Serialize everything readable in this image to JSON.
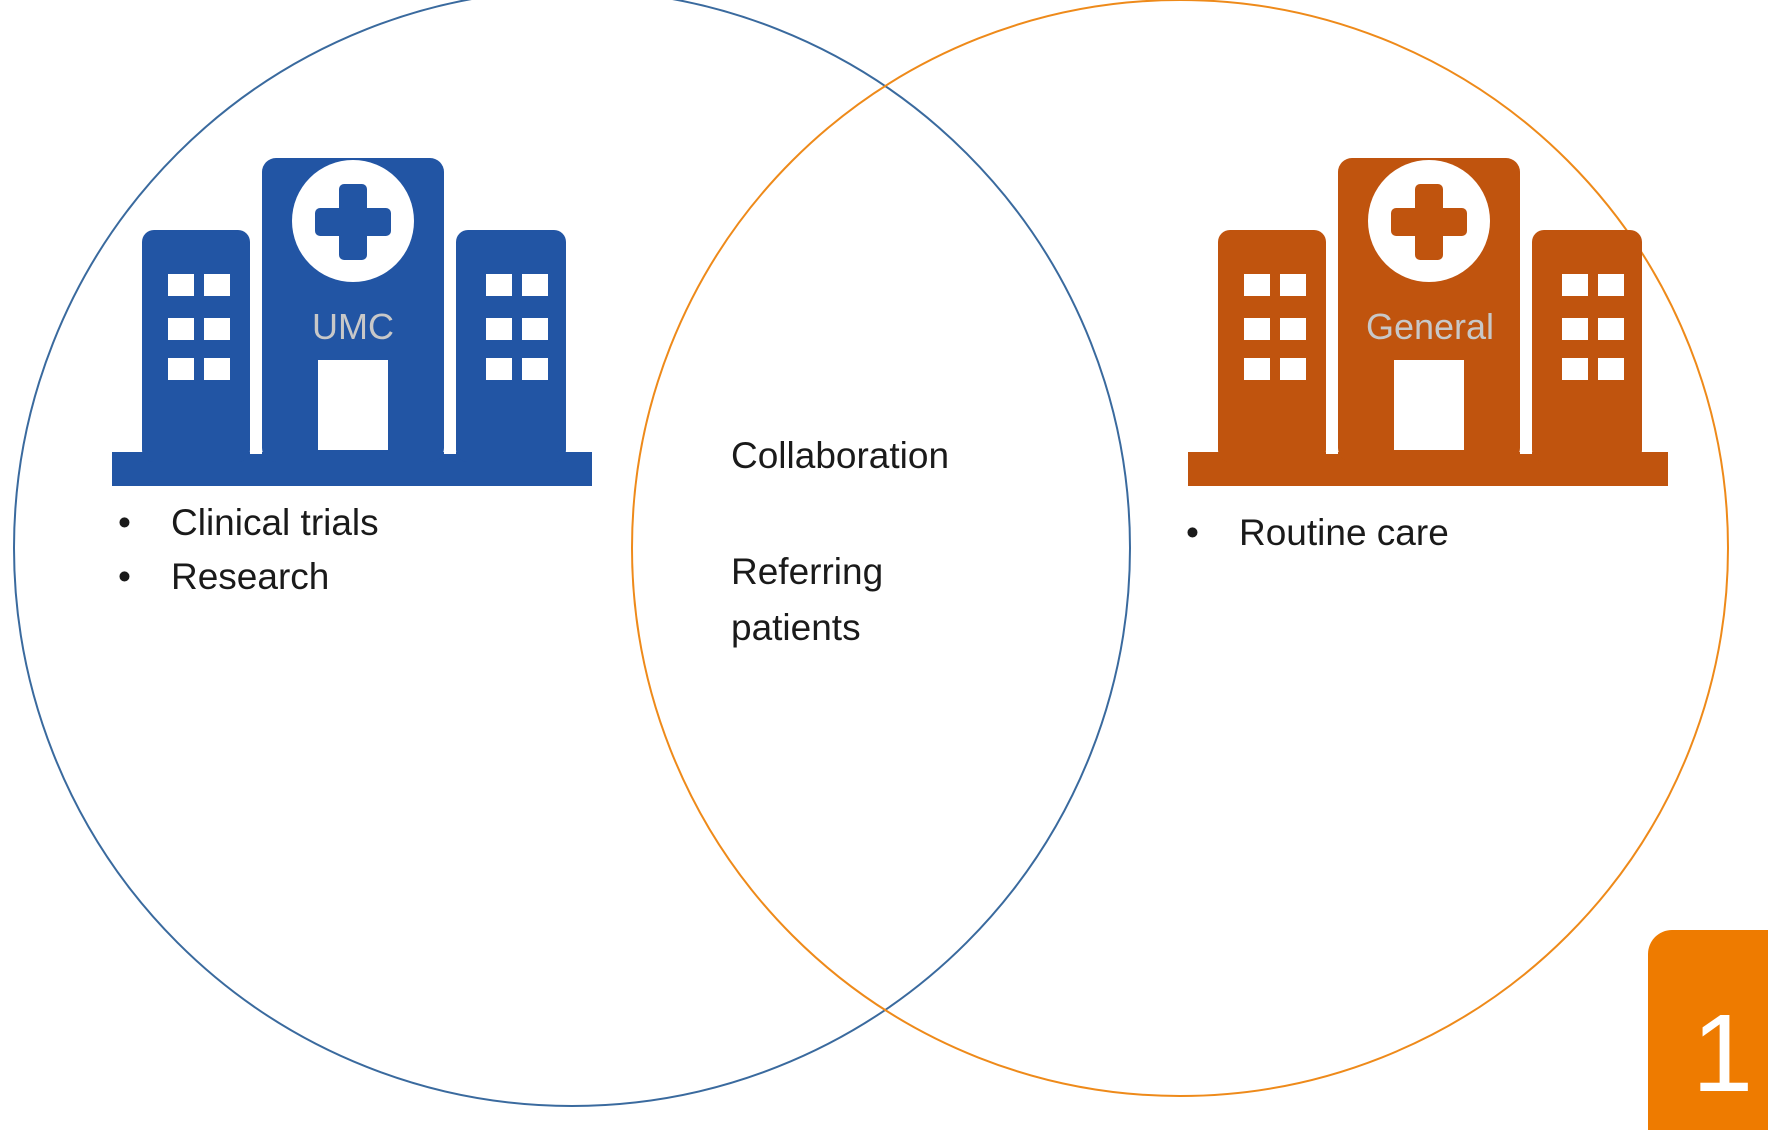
{
  "left_circle": {
    "building_label": "UMC",
    "bullets": [
      "Clinical trials",
      "Research"
    ],
    "color": "#2255a4",
    "ring_color": "#3a6a9e"
  },
  "right_circle": {
    "building_label": "General",
    "bullets": [
      "Routine care"
    ],
    "color": "#c0540e",
    "ring_color": "#ee8a1a"
  },
  "overlap": {
    "line1": "Collaboration",
    "line2a": "Referring",
    "line2b": "patients"
  },
  "bullet_char": "•",
  "page_number": "1",
  "icons": [
    "hospital-icon",
    "medical-cross-icon"
  ]
}
